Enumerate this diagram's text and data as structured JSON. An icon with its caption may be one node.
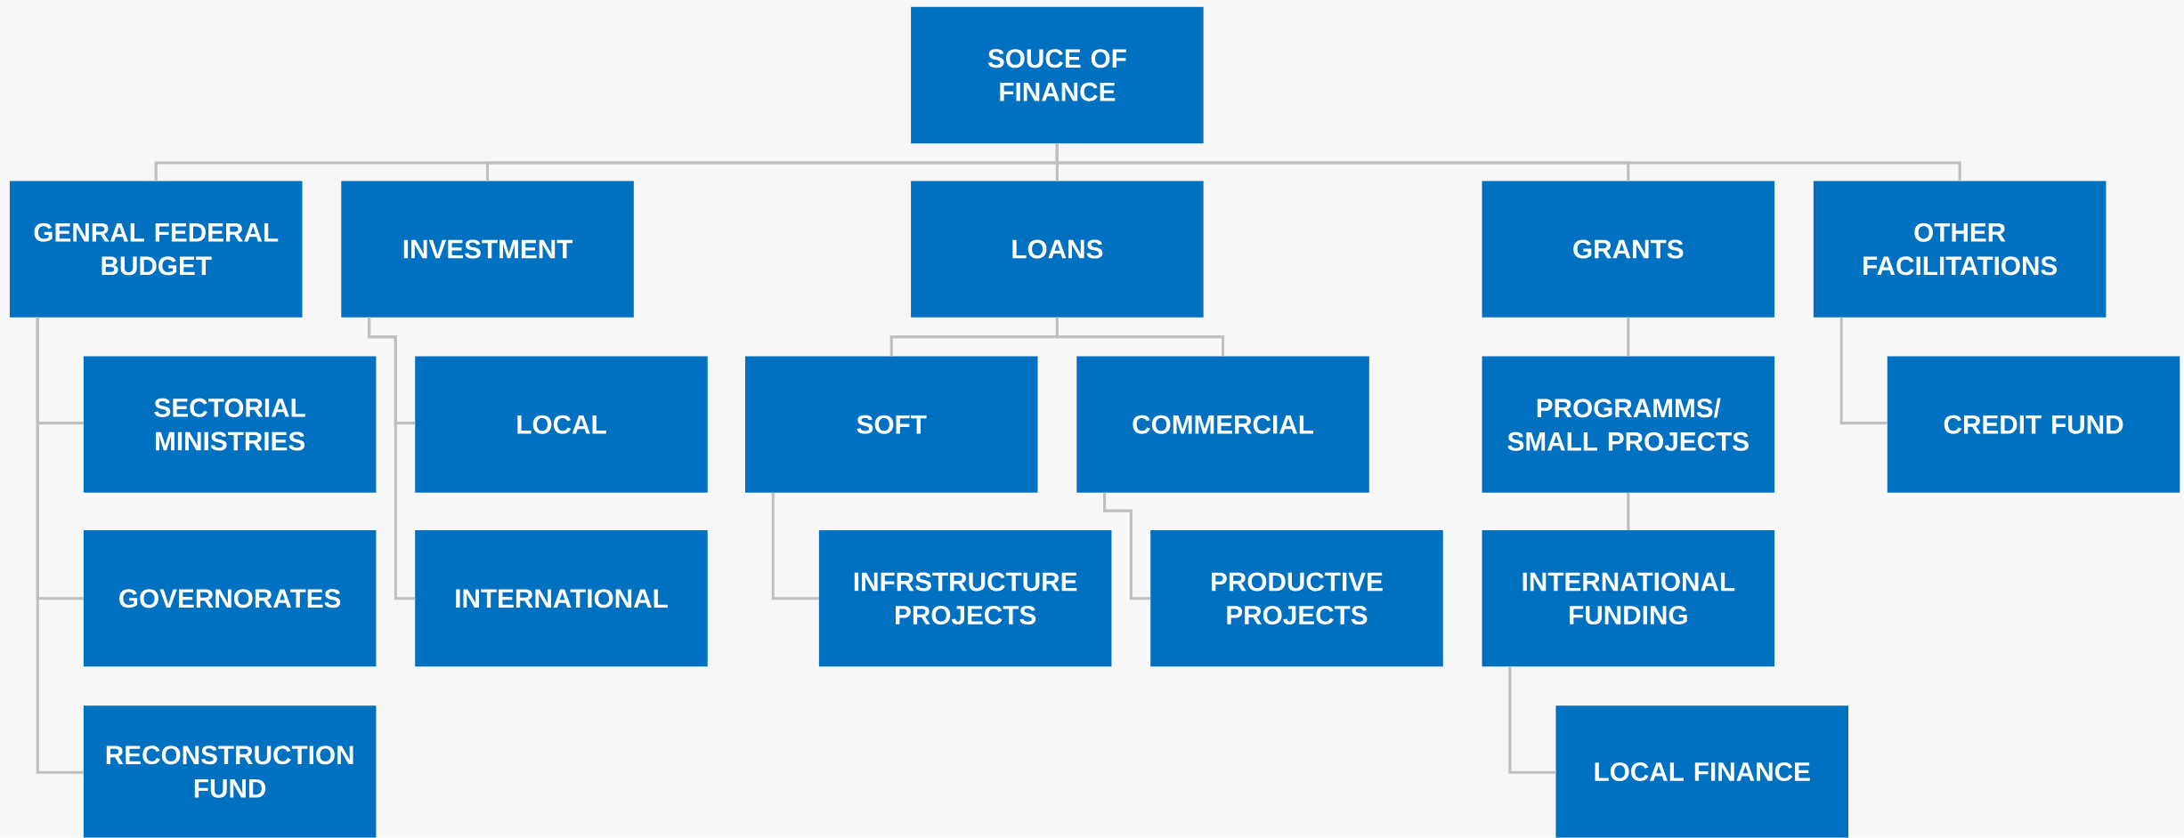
{
  "diagram": {
    "nodes": [
      {
        "text": [
          "SOUCE OF FINANCE"
        ]
      },
      {
        "text": [
          "GENRAL FEDERAL BUDGET"
        ]
      },
      {
        "text": [
          "INVESTMENT"
        ]
      },
      {
        "text": [
          "LOANS"
        ]
      },
      {
        "text": [
          "GRANTS"
        ]
      },
      {
        "text": [
          "OTHER FACILITATIONS"
        ]
      },
      {
        "text": [
          "SECTORIAL MINISTRIES"
        ]
      },
      {
        "text": [
          "LOCAL"
        ]
      },
      {
        "text": [
          "SOFT"
        ]
      },
      {
        "text": [
          "COMMERCIAL"
        ]
      },
      {
        "text": [
          "PROGRAMMS/ SMALL PROJECTS"
        ]
      },
      {
        "text": [
          "CREDIT FUND"
        ]
      },
      {
        "text": [
          "GOVERNORATES"
        ]
      },
      {
        "text": [
          "INTERNATIONAL"
        ]
      },
      {
        "text": [
          "INFRSTRUCTURE PROJECTS"
        ]
      },
      {
        "text": [
          "PRODUCTIVE PROJECTS"
        ]
      },
      {
        "text": [
          "INTERNATIONAL FUNDING"
        ]
      },
      {
        "text": [
          "RECONSTRUCTION FUND"
        ]
      },
      {
        "text": [
          "LOCAL FINANCE"
        ]
      }
    ],
    "edges": [
      {
        "from": 0,
        "to": 1,
        "arrow": "none"
      },
      {
        "from": 0,
        "to": 2,
        "arrow": "none"
      },
      {
        "from": 0,
        "to": 3,
        "arrow": "none"
      },
      {
        "from": 0,
        "to": 4,
        "arrow": "none"
      },
      {
        "from": 0,
        "to": 5,
        "arrow": "none"
      },
      {
        "from": 1,
        "to": 6,
        "arrow": "none"
      },
      {
        "from": 1,
        "to": 12,
        "arrow": "none"
      },
      {
        "from": 1,
        "to": 17,
        "arrow": "none"
      },
      {
        "from": 2,
        "to": 7,
        "arrow": "none"
      },
      {
        "from": 2,
        "to": 13,
        "arrow": "none"
      },
      {
        "from": 3,
        "to": 8,
        "arrow": "none"
      },
      {
        "from": 3,
        "to": 9,
        "arrow": "none"
      },
      {
        "from": 4,
        "to": 10,
        "arrow": "none"
      },
      {
        "from": 5,
        "to": 11,
        "arrow": "none"
      },
      {
        "from": 8,
        "to": 14,
        "arrow": "none"
      },
      {
        "from": 9,
        "to": 15,
        "arrow": "none"
      },
      {
        "from": 10,
        "to": 16,
        "arrow": "none"
      },
      {
        "from": 16,
        "to": 18,
        "arrow": "none"
      }
    ]
  }
}
